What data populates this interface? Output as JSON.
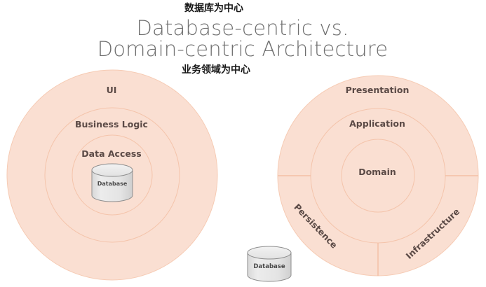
{
  "title": {
    "annotation_top": "数据库为中心",
    "line1": "Database-centric vs.",
    "line2": "Domain-centric Architecture",
    "annotation_bottom": "业务领域为中心"
  },
  "colors": {
    "ring_fill": "#fadfd2",
    "ring_stroke": "#f6cbb4",
    "label_text": "#5b4a46",
    "title_text": "#6e6e6e",
    "annotation_text": "#161616",
    "db_fill": "#e3e3e3",
    "db_top_fill": "#ebebeb",
    "db_stroke": "#8e8e8e",
    "background": "#ffffff"
  },
  "left_diagram": {
    "name": "database-centric",
    "rings": [
      {
        "label": "UI"
      },
      {
        "label": "Business Logic"
      },
      {
        "label": "Data Access"
      }
    ],
    "database": {
      "label": "Database"
    }
  },
  "right_diagram": {
    "name": "domain-centric",
    "rings": [
      {
        "label": "Presentation"
      },
      {
        "label": "Application"
      },
      {
        "label": "Domain"
      }
    ],
    "sectors": [
      {
        "label": "Persistence"
      },
      {
        "label": "Infrastructure"
      }
    ],
    "database": {
      "label": "Database"
    }
  }
}
